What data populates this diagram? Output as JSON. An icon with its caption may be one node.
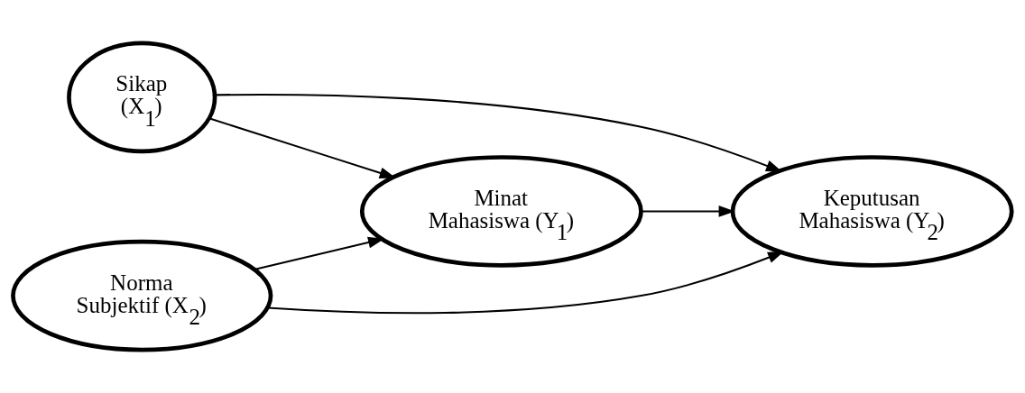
{
  "diagram": {
    "nodes": [
      {
        "text": [
          "Sikap (X$_{1}$)"
        ]
      },
      {
        "text": [
          "Norma Subjektif (X$_{2}$)"
        ]
      },
      {
        "text": [
          "Minat Mahasiswa (Y$_{1}$)"
        ]
      },
      {
        "text": [
          "Keputusan Mahasiswa (Y$_{2}$)"
        ]
      }
    ],
    "edges": [
      {
        "from": 0,
        "to": 2,
        "arrow": "to"
      },
      {
        "from": 0,
        "to": 3,
        "arrow": "to"
      },
      {
        "from": 1,
        "to": 2,
        "arrow": "to"
      },
      {
        "from": 1,
        "to": 3,
        "arrow": "to"
      },
      {
        "from": 2,
        "to": 3,
        "arrow": "to"
      }
    ]
  }
}
